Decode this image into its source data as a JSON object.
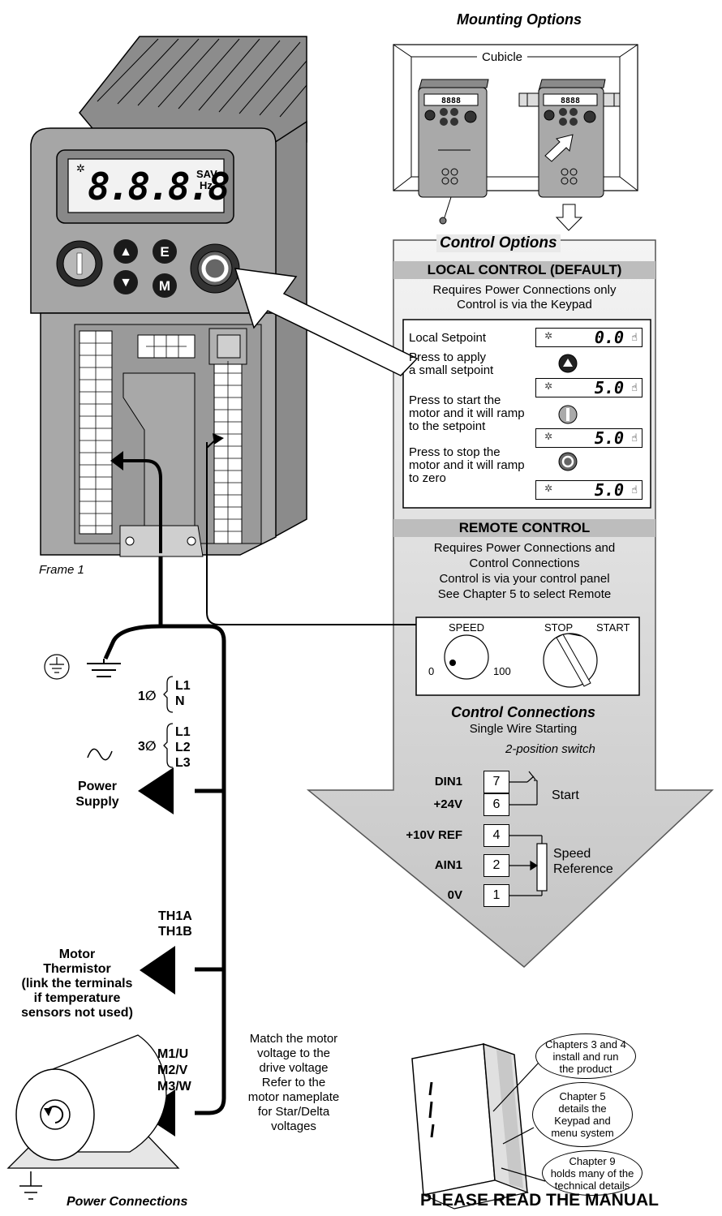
{
  "mounting": {
    "title": "Mounting Options",
    "cubicle_label": "Cubicle"
  },
  "control_options": {
    "title": "Control Options",
    "local": {
      "header": "LOCAL CONTROL (DEFAULT)",
      "line1": "Requires Power Connections only",
      "line2": "Control is via the Keypad",
      "steps": {
        "setpoint": "Local Setpoint",
        "apply": [
          "Press to apply",
          "a small setpoint"
        ],
        "start": [
          "Press to start the",
          "motor and it will ramp",
          "to the setpoint"
        ],
        "stop": [
          "Press to stop the",
          "motor and it will ramp",
          "to zero"
        ]
      },
      "displays": [
        "0.0",
        "5.0",
        "5.0",
        "5.0"
      ]
    },
    "remote": {
      "header": "REMOTE CONTROL",
      "lines": [
        "Requires Power Connections and",
        "Control Connections",
        "Control is via your control panel",
        "See Chapter 5 to select Remote"
      ],
      "panel": {
        "speed": "SPEED",
        "stop": "STOP",
        "start": "START",
        "min": "0",
        "max": "100"
      }
    }
  },
  "control_connections": {
    "title": "Control Connections",
    "subtitle": "Single Wire Starting",
    "switch_label": "2-position switch",
    "terminals": [
      {
        "label": "DIN1",
        "num": "7"
      },
      {
        "label": "+24V",
        "num": "6"
      },
      {
        "label": "+10V REF",
        "num": "4"
      },
      {
        "label": "AIN1",
        "num": "2"
      },
      {
        "label": "0V",
        "num": "1"
      }
    ],
    "start_label": "Start",
    "speed_ref": [
      "Speed",
      "Reference"
    ]
  },
  "drive": {
    "frame_label": "Frame 1",
    "display_digits": "8.8.8.8",
    "units": [
      "SAV",
      "Hz"
    ],
    "keys": {
      "up": "▲",
      "down": "▼",
      "e": "E",
      "m": "M"
    }
  },
  "power": {
    "single_phase": {
      "symbol": "1∅",
      "lines": [
        "L1",
        "N"
      ]
    },
    "three_phase": {
      "symbol": "3∅",
      "lines": [
        "L1",
        "L2",
        "L3"
      ]
    },
    "supply_label": [
      "Power",
      "Supply"
    ],
    "thermistor_terminals": [
      "TH1A",
      "TH1B"
    ],
    "thermistor_label": [
      "Motor",
      "Thermistor",
      "(link the terminals",
      "if temperature",
      "sensors not used)"
    ],
    "motor_terminals": [
      "M1/U",
      "M2/V",
      "M3/W"
    ],
    "motor_note": [
      "Match the motor",
      "voltage to the",
      "drive voltage",
      "Refer to the",
      "motor nameplate",
      "for Star/Delta",
      "voltages"
    ],
    "title": "Power Connections"
  },
  "manual": {
    "bubbles": [
      [
        "Chapters 3 and 4",
        "install and run",
        "the product"
      ],
      [
        "Chapter 5",
        "details the",
        "Keypad and",
        "menu system"
      ],
      [
        "Chapter 9",
        "holds many of the",
        "technical details"
      ]
    ],
    "footer": "PLEASE READ THE MANUAL"
  }
}
